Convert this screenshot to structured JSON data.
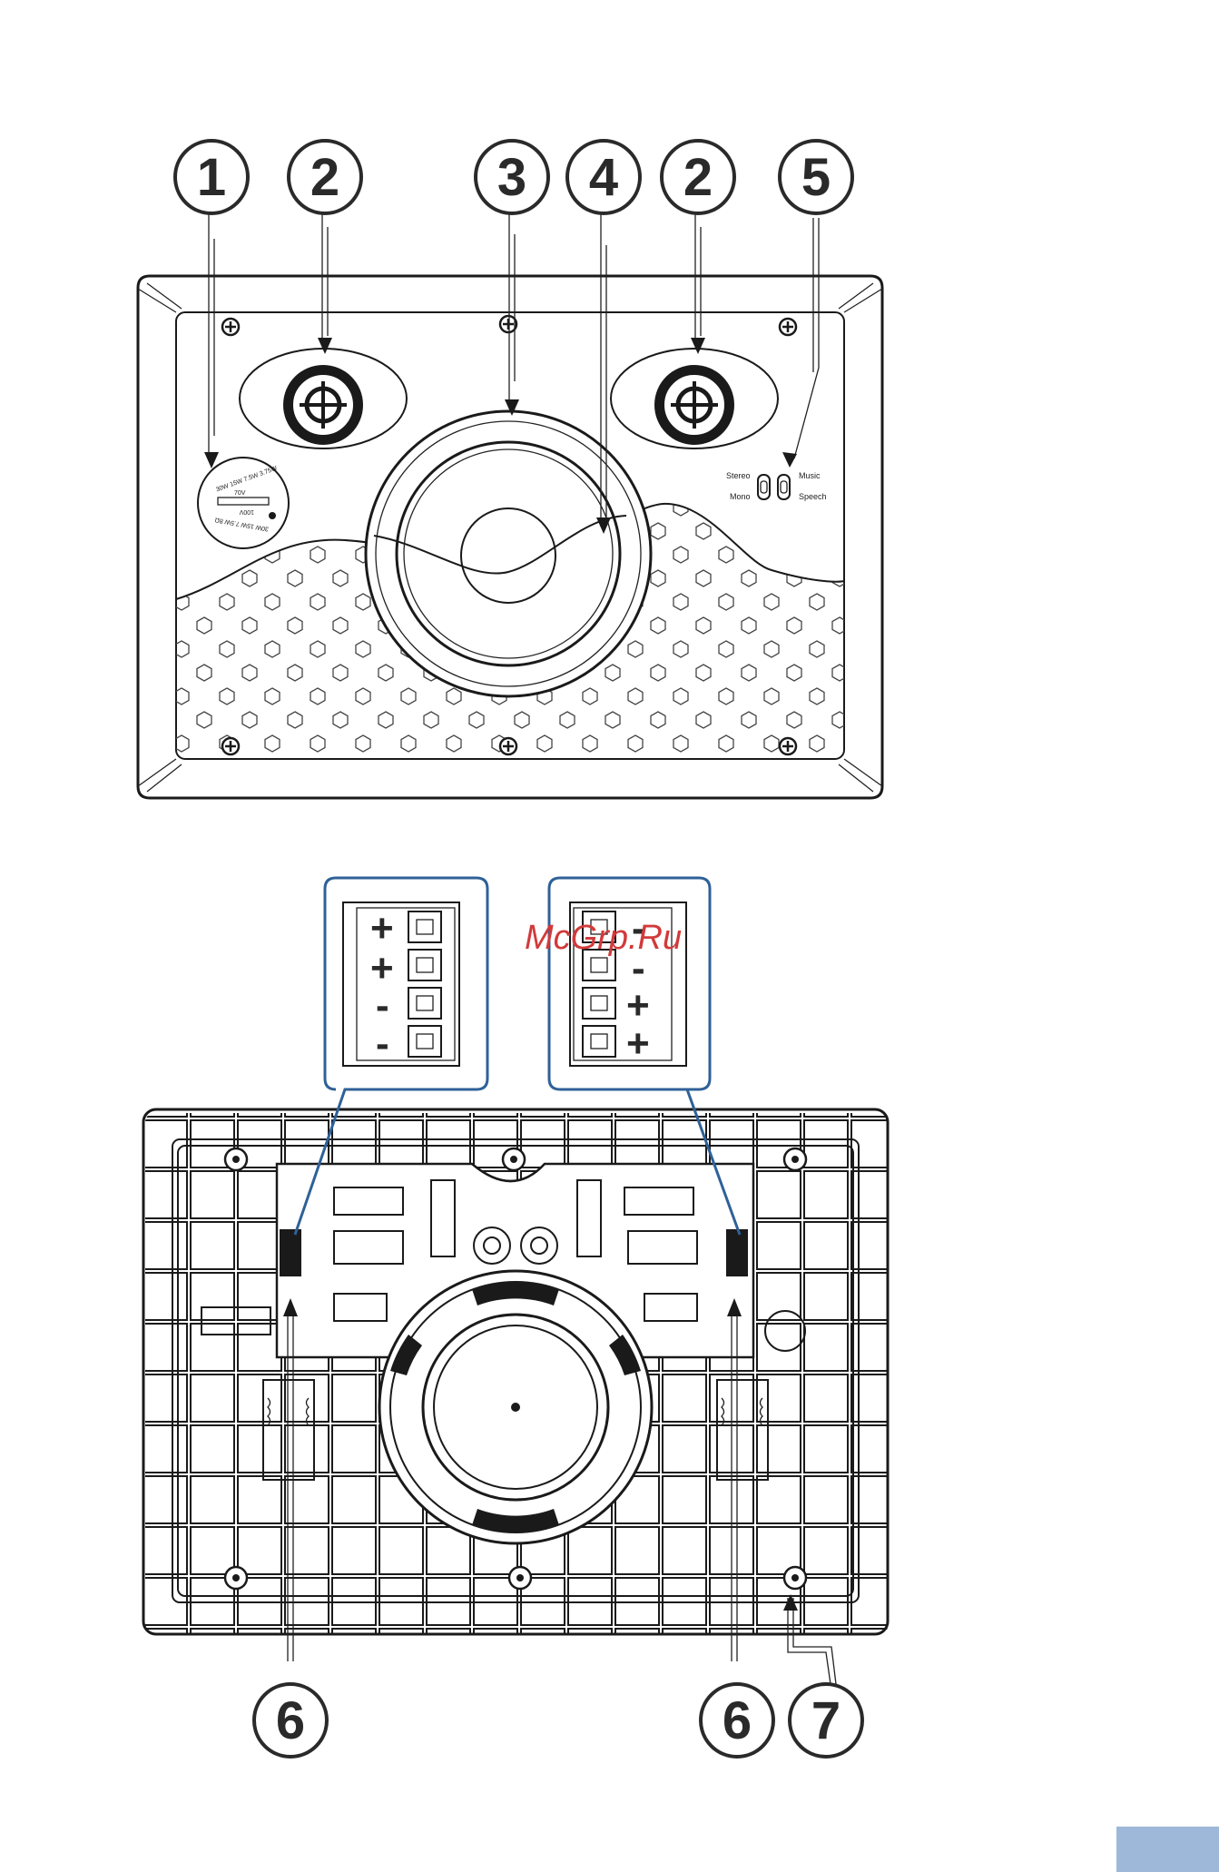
{
  "callouts": [
    "1",
    "2",
    "3",
    "4",
    "2",
    "5",
    "6",
    "6",
    "7"
  ],
  "switch_labels": {
    "stereo": "Stereo",
    "mono": "Mono",
    "music": "Music",
    "speech": "Speech"
  },
  "tap_dial": {
    "top": "30W 15W 7.5W 3.75W",
    "v70": "70V",
    "v100": "100V",
    "bottom": "30W 15W 7.5W 8Ω"
  },
  "terminals": {
    "left": [
      "+",
      "+",
      "-",
      "-"
    ],
    "right": [
      "-",
      "-",
      "+",
      "+"
    ]
  },
  "watermark": "McGrp.Ru",
  "colors": {
    "line": "#1a1a1a",
    "callout_frame": "#2f6198",
    "watermark": "#d23a3a",
    "page_tab": "#9db8d9"
  }
}
